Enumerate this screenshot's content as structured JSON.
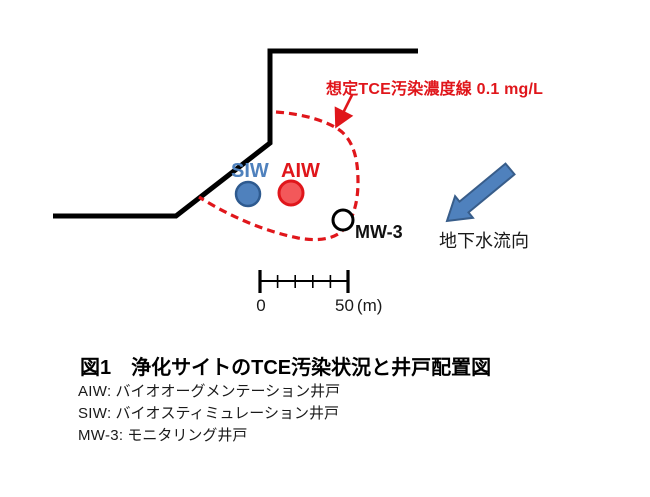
{
  "map": {
    "contour_label": "想定TCE汚染濃度線 0.1 mg/L",
    "wells": {
      "siw": {
        "label": "SIW"
      },
      "aiw": {
        "label": "AIW"
      },
      "mw3": {
        "label": "MW-3"
      }
    },
    "flow_label": "地下水流向",
    "scale_bar": {
      "zero": "0",
      "end": "50",
      "unit": "(m)",
      "segments": 5
    }
  },
  "caption": {
    "title": "図1　浄化サイトのTCE汚染状況と井戸配置図",
    "legend": [
      {
        "key": "AIW:",
        "value": "バイオオーグメンテーション井戸"
      },
      {
        "key": "SIW:",
        "value": "バイオスティミュレーション井戸"
      },
      {
        "key": "MW-3:",
        "value": "モニタリング井戸"
      }
    ]
  },
  "colors": {
    "contour_red": "#e0161b",
    "aiw_fill": "#f3585a",
    "siw_fill": "#4f81bd",
    "siw_border": "#2e5a8f",
    "flow_arrow_fill": "#4f81bd",
    "flow_arrow_border": "#385d8a",
    "boundary_black": "#000000"
  }
}
